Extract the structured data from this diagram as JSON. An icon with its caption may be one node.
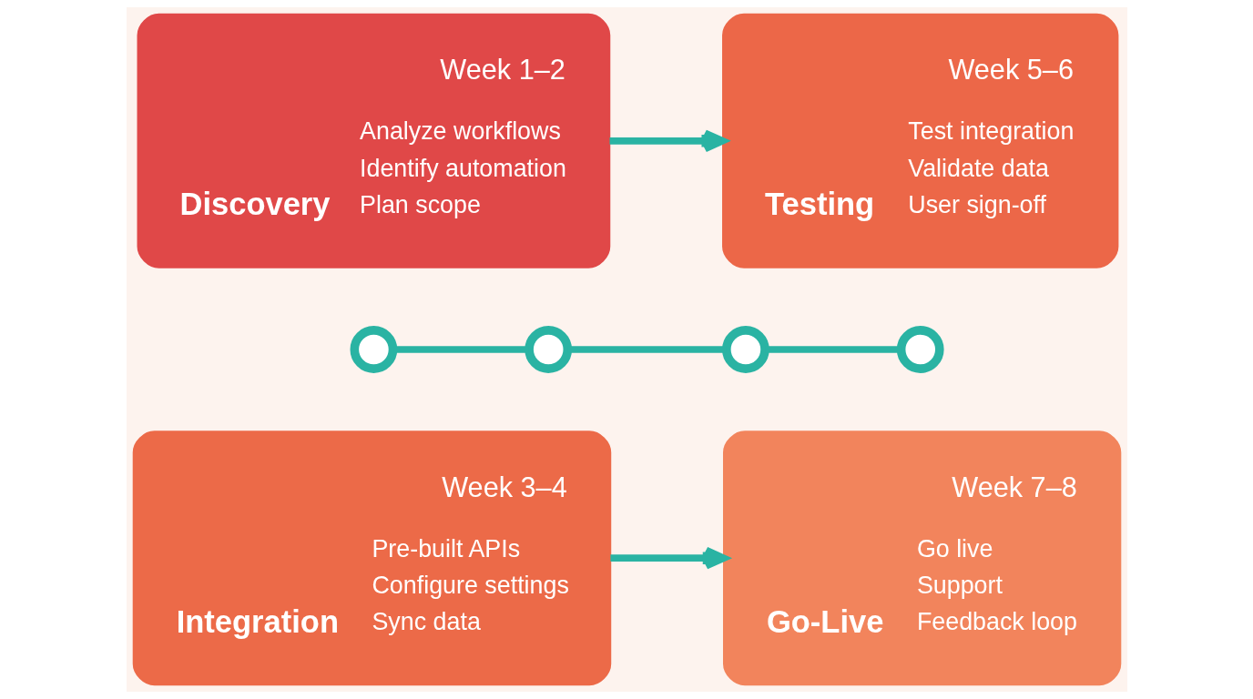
{
  "diagram": {
    "nodes": [
      {
        "text": [
          "Week 1–2",
          "Discovery",
          "Analyze workflows",
          "Identify automation",
          "Plan scope"
        ]
      },
      {
        "text": [
          "Week 5–6",
          "Testing",
          "Test integration",
          "Validate data",
          "User sign-off"
        ]
      },
      {
        "text": [],
        "shape": "circle"
      },
      {
        "text": [],
        "shape": "circle"
      },
      {
        "text": [],
        "shape": "circle"
      },
      {
        "text": [],
        "shape": "circle"
      },
      {
        "text": [
          "Week 3–4",
          "Integration",
          "Pre-built APIs",
          "Configure settings",
          "Sync data"
        ]
      },
      {
        "text": [
          "Week 7–8",
          "Go-Live",
          "Go live",
          "Support",
          "Feedback loop"
        ]
      }
    ],
    "edges": [
      {
        "from": 0,
        "to": 1,
        "arrow": "to"
      },
      {
        "from": 2,
        "to": 3,
        "arrow": "none"
      },
      {
        "from": 3,
        "to": 4,
        "arrow": "none"
      },
      {
        "from": 4,
        "to": 5,
        "arrow": "none"
      },
      {
        "from": 6,
        "to": 7,
        "arrow": "to"
      }
    ]
  }
}
